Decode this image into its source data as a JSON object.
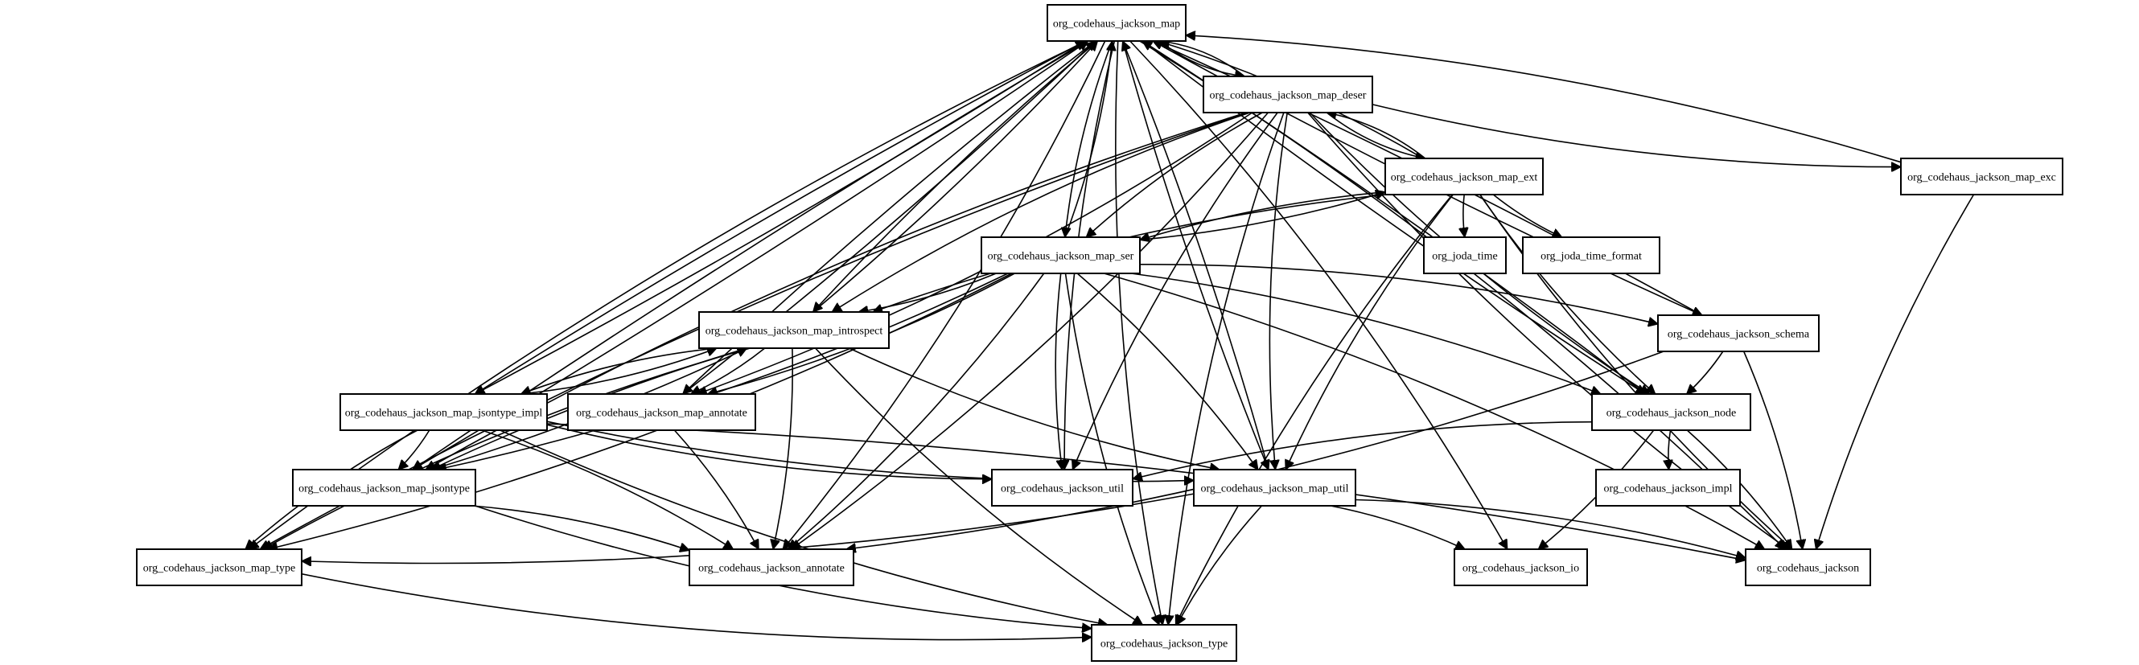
{
  "diagram": {
    "type": "dependency-graph",
    "nodes": [
      {
        "id": "map",
        "label": "org_codehaus_jackson_map"
      },
      {
        "id": "deser",
        "label": "org_codehaus_jackson_map_deser"
      },
      {
        "id": "ext",
        "label": "org_codehaus_jackson_map_ext"
      },
      {
        "id": "exc",
        "label": "org_codehaus_jackson_map_exc"
      },
      {
        "id": "ser",
        "label": "org_codehaus_jackson_map_ser"
      },
      {
        "id": "jodatime",
        "label": "org_joda_time"
      },
      {
        "id": "jodaformat",
        "label": "org_joda_time_format"
      },
      {
        "id": "introspect",
        "label": "org_codehaus_jackson_map_introspect"
      },
      {
        "id": "schema",
        "label": "org_codehaus_jackson_schema"
      },
      {
        "id": "jsontypeimpl",
        "label": "org_codehaus_jackson_map_jsontype_impl"
      },
      {
        "id": "annotate_map",
        "label": "org_codehaus_jackson_map_annotate"
      },
      {
        "id": "node",
        "label": "org_codehaus_jackson_node"
      },
      {
        "id": "jsontype",
        "label": "org_codehaus_jackson_map_jsontype"
      },
      {
        "id": "util",
        "label": "org_codehaus_jackson_util"
      },
      {
        "id": "maputil",
        "label": "org_codehaus_jackson_map_util"
      },
      {
        "id": "nodeimpl",
        "label": "org_codehaus_jackson_impl"
      },
      {
        "id": "maptype",
        "label": "org_codehaus_jackson_map_type"
      },
      {
        "id": "annotate",
        "label": "org_codehaus_jackson_annotate"
      },
      {
        "id": "io",
        "label": "org_codehaus_jackson_io"
      },
      {
        "id": "jackson",
        "label": "org_codehaus_jackson"
      },
      {
        "id": "type",
        "label": "org_codehaus_jackson_type"
      }
    ],
    "edges": [
      {
        "from": "deser",
        "to": "map"
      },
      {
        "from": "map",
        "to": "deser"
      },
      {
        "from": "ext",
        "to": "map"
      },
      {
        "from": "exc",
        "to": "map"
      },
      {
        "from": "ser",
        "to": "map"
      },
      {
        "from": "map",
        "to": "ser"
      },
      {
        "from": "introspect",
        "to": "map"
      },
      {
        "from": "map",
        "to": "introspect"
      },
      {
        "from": "schema",
        "to": "map"
      },
      {
        "from": "map",
        "to": "schema"
      },
      {
        "from": "jsontypeimpl",
        "to": "map"
      },
      {
        "from": "map",
        "to": "jsontypeimpl"
      },
      {
        "from": "annotate_map",
        "to": "map"
      },
      {
        "from": "map",
        "to": "annotate_map"
      },
      {
        "from": "node",
        "to": "map"
      },
      {
        "from": "map",
        "to": "node"
      },
      {
        "from": "jsontype",
        "to": "map"
      },
      {
        "from": "map",
        "to": "jsontype"
      },
      {
        "from": "maputil",
        "to": "map"
      },
      {
        "from": "map",
        "to": "maputil"
      },
      {
        "from": "map",
        "to": "util"
      },
      {
        "from": "map",
        "to": "maptype"
      },
      {
        "from": "map",
        "to": "annotate"
      },
      {
        "from": "map",
        "to": "io"
      },
      {
        "from": "map",
        "to": "jackson"
      },
      {
        "from": "map",
        "to": "type"
      },
      {
        "from": "deser",
        "to": "ext"
      },
      {
        "from": "ext",
        "to": "deser"
      },
      {
        "from": "deser",
        "to": "exc"
      },
      {
        "from": "deser",
        "to": "ser"
      },
      {
        "from": "deser",
        "to": "introspect"
      },
      {
        "from": "deser",
        "to": "annotate_map"
      },
      {
        "from": "deser",
        "to": "node"
      },
      {
        "from": "deser",
        "to": "jsontype"
      },
      {
        "from": "deser",
        "to": "util"
      },
      {
        "from": "deser",
        "to": "maputil"
      },
      {
        "from": "deser",
        "to": "maptype"
      },
      {
        "from": "deser",
        "to": "annotate"
      },
      {
        "from": "deser",
        "to": "jackson"
      },
      {
        "from": "deser",
        "to": "type"
      },
      {
        "from": "ext",
        "to": "ser"
      },
      {
        "from": "ser",
        "to": "ext"
      },
      {
        "from": "ext",
        "to": "jodatime"
      },
      {
        "from": "ext",
        "to": "jodaformat"
      },
      {
        "from": "ext",
        "to": "introspect"
      },
      {
        "from": "ext",
        "to": "node"
      },
      {
        "from": "ext",
        "to": "maputil"
      },
      {
        "from": "ext",
        "to": "jackson"
      },
      {
        "from": "ext",
        "to": "type"
      },
      {
        "from": "exc",
        "to": "jackson"
      },
      {
        "from": "ser",
        "to": "introspect"
      },
      {
        "from": "ser",
        "to": "schema"
      },
      {
        "from": "ser",
        "to": "annotate_map"
      },
      {
        "from": "ser",
        "to": "node"
      },
      {
        "from": "ser",
        "to": "jsontype"
      },
      {
        "from": "ser",
        "to": "util"
      },
      {
        "from": "ser",
        "to": "maputil"
      },
      {
        "from": "ser",
        "to": "maptype"
      },
      {
        "from": "ser",
        "to": "annotate"
      },
      {
        "from": "ser",
        "to": "jackson"
      },
      {
        "from": "ser",
        "to": "type"
      },
      {
        "from": "introspect",
        "to": "jsontypeimpl"
      },
      {
        "from": "jsontypeimpl",
        "to": "introspect"
      },
      {
        "from": "introspect",
        "to": "annotate_map"
      },
      {
        "from": "introspect",
        "to": "jsontype"
      },
      {
        "from": "jsontype",
        "to": "introspect"
      },
      {
        "from": "introspect",
        "to": "maputil"
      },
      {
        "from": "introspect",
        "to": "maptype"
      },
      {
        "from": "introspect",
        "to": "annotate"
      },
      {
        "from": "introspect",
        "to": "type"
      },
      {
        "from": "schema",
        "to": "node"
      },
      {
        "from": "schema",
        "to": "annotate"
      },
      {
        "from": "schema",
        "to": "jackson"
      },
      {
        "from": "jsontypeimpl",
        "to": "jsontype"
      },
      {
        "from": "jsontypeimpl",
        "to": "util"
      },
      {
        "from": "jsontypeimpl",
        "to": "maputil"
      },
      {
        "from": "jsontypeimpl",
        "to": "maptype"
      },
      {
        "from": "jsontypeimpl",
        "to": "annotate"
      },
      {
        "from": "jsontypeimpl",
        "to": "jackson"
      },
      {
        "from": "jsontypeimpl",
        "to": "type"
      },
      {
        "from": "annotate_map",
        "to": "annotate"
      },
      {
        "from": "node",
        "to": "nodeimpl"
      },
      {
        "from": "node",
        "to": "util"
      },
      {
        "from": "node",
        "to": "io"
      },
      {
        "from": "node",
        "to": "jackson"
      },
      {
        "from": "jsontype",
        "to": "annotate"
      },
      {
        "from": "jsontype",
        "to": "type"
      },
      {
        "from": "maputil",
        "to": "maptype"
      },
      {
        "from": "maputil",
        "to": "io"
      },
      {
        "from": "maputil",
        "to": "jackson"
      },
      {
        "from": "maputil",
        "to": "type"
      },
      {
        "from": "maptype",
        "to": "type"
      }
    ]
  }
}
